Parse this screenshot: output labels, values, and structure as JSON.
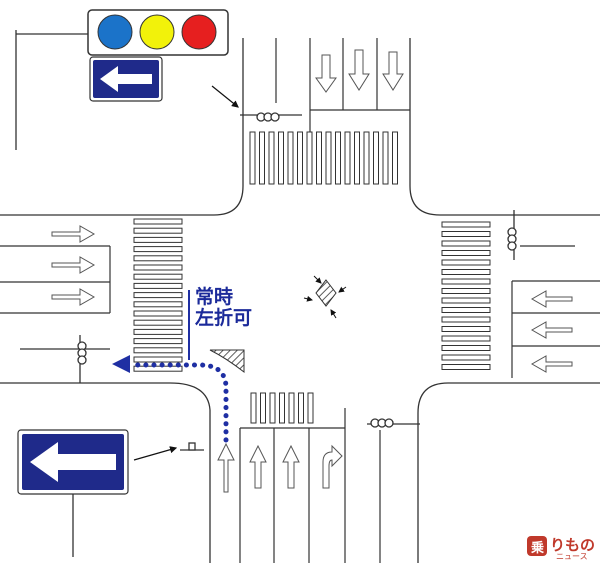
{
  "sign_label": {
    "line1": "常時",
    "line2": "左折可"
  },
  "watermark": {
    "main": "りもの",
    "sub": "ニュース",
    "badge_char": "乗"
  },
  "colors": {
    "signal_blue": "#1b73c9",
    "signal_yellow": "#f2f20a",
    "signal_red": "#e61f1f",
    "sign_blue": "#1f2a8a",
    "route_blue": "#1f2fa3",
    "line": "#333333",
    "watermark": "#c0392b"
  },
  "icons": {
    "traffic_signal": "traffic-light-icon",
    "left_arrow_sign": "left-arrow-sign-icon",
    "route_arrow": "route-arrow-icon",
    "diamond_marking": "diamond-marking-icon"
  }
}
